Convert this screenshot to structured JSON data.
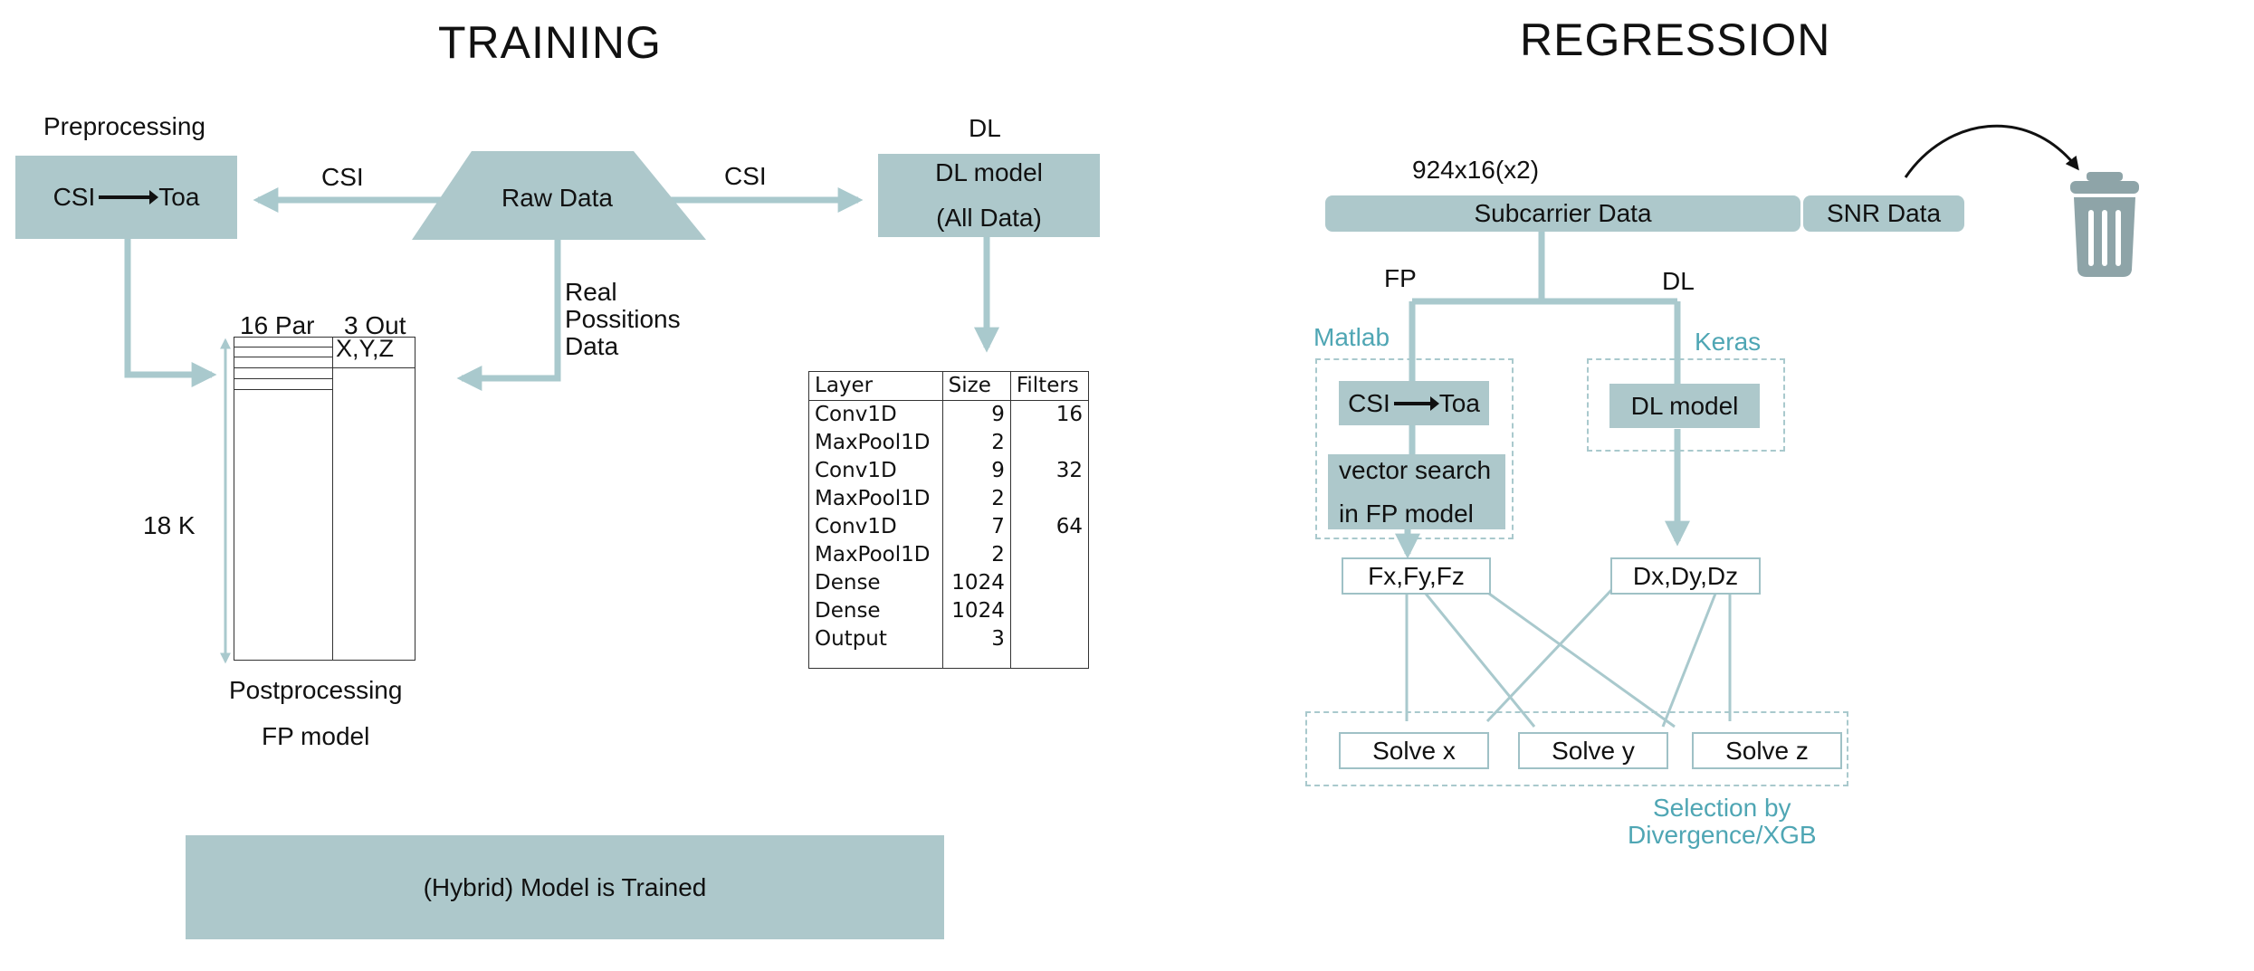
{
  "titles": {
    "training": "TRAINING",
    "regression": "REGRESSION"
  },
  "training": {
    "preprocessing_label": "Preprocessing",
    "csi_toa_box": {
      "left": "CSI",
      "right": "Toa"
    },
    "csi_left_label": "CSI",
    "csi_right_label": "CSI",
    "raw_data": "Raw Data",
    "real_positions": [
      "Real",
      "Possitions",
      "Data"
    ],
    "dl_label": "DL",
    "dl_model_box": [
      "DL model",
      "(All Data)"
    ],
    "fp_table": {
      "col1": "16 Par",
      "col2": "3 Out",
      "out_cell": "X,Y,Z",
      "rows_label": "18 K"
    },
    "postprocessing": "Postprocessing",
    "fp_model": "FP model",
    "trained_banner": "(Hybrid) Model is Trained",
    "layer_table": {
      "headers": [
        "Layer",
        "Size",
        "Filters"
      ],
      "rows": [
        [
          "Conv1D",
          "9",
          "16"
        ],
        [
          "MaxPool1D",
          "2",
          ""
        ],
        [
          "Conv1D",
          "9",
          "32"
        ],
        [
          "MaxPool1D",
          "2",
          ""
        ],
        [
          "Conv1D",
          "7",
          "64"
        ],
        [
          "MaxPool1D",
          "2",
          ""
        ],
        [
          "Dense",
          "1024",
          ""
        ],
        [
          "Dense",
          "1024",
          ""
        ],
        [
          "Output",
          "3",
          ""
        ]
      ]
    }
  },
  "regression": {
    "dims_label": "924x16(x2)",
    "subcarrier_data": "Subcarrier Data",
    "snr_data": "SNR Data",
    "trash_icon": "trash-can-icon",
    "fp_label": "FP",
    "dl_label": "DL",
    "matlab_label": "Matlab",
    "keras_label": "Keras",
    "csi_toa_box": {
      "left": "CSI",
      "right": "Toa"
    },
    "vector_search": [
      "vector search",
      "in FP model"
    ],
    "dl_model": "DL model",
    "fp_out": "Fx,Fy,Fz",
    "dl_out": "Dx,Dy,Dz",
    "solve": [
      "Solve x",
      "Solve y",
      "Solve z"
    ],
    "selection": [
      "Selection by",
      "Divergence/XGB"
    ]
  },
  "colors": {
    "box_fill": "#adc8cb",
    "line": "#a9c9cd",
    "accent_text": "#4fa6b4",
    "trash": "#8ea4a8"
  }
}
